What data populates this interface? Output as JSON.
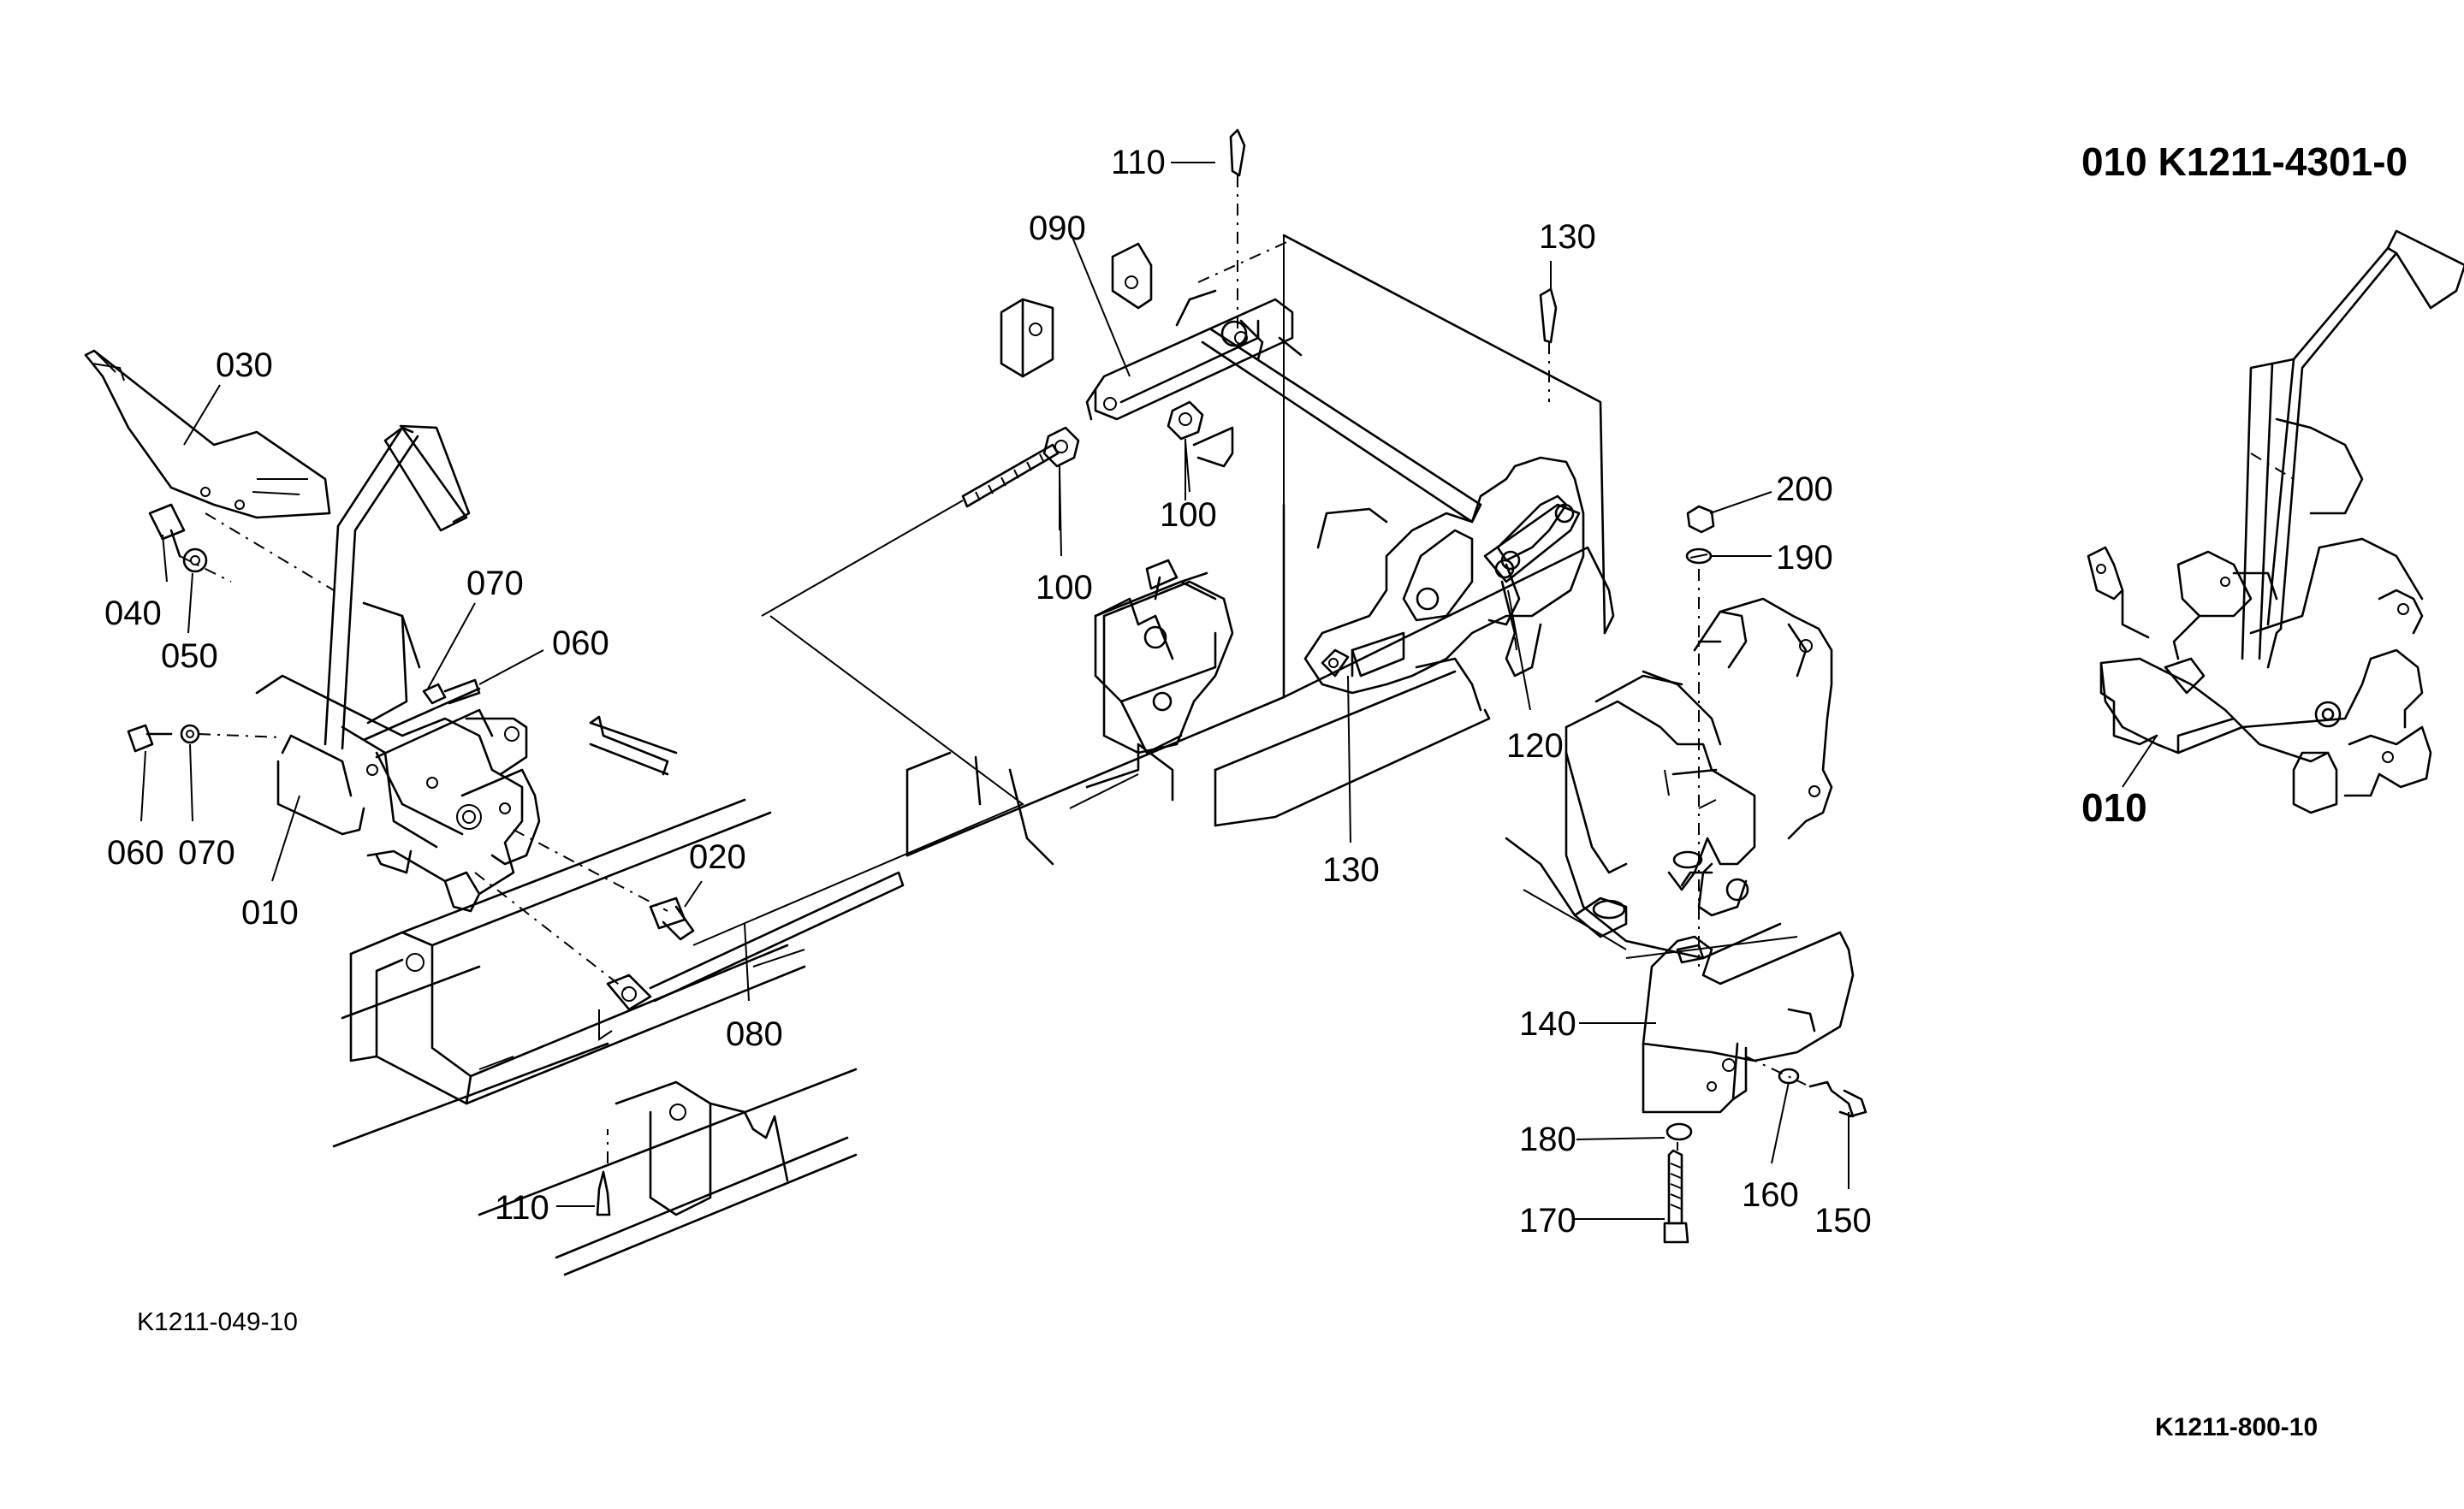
{
  "diagram": {
    "inset_title": "010 K1211-4301-0",
    "inset_part_label": "010",
    "figure_code_left": "K1211-049-10",
    "figure_code_right": "K1211-800-10",
    "callouts": {
      "p010": "010",
      "p020": "020",
      "p030": "030",
      "p040": "040",
      "p050": "050",
      "p060a": "060",
      "p060b": "060",
      "p070a": "070",
      "p070b": "070",
      "p080": "080",
      "p090": "090",
      "p100a": "100",
      "p100b": "100",
      "p110a": "110",
      "p110b": "110",
      "p120": "120",
      "p130a": "130",
      "p130b": "130",
      "p140": "140",
      "p150": "150",
      "p160": "160",
      "p170": "170",
      "p180": "180",
      "p190": "190",
      "p200": "200"
    }
  }
}
